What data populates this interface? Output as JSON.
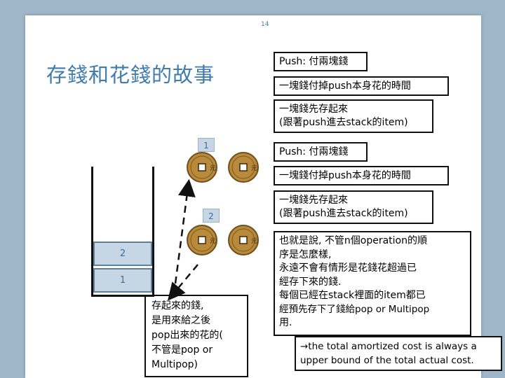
{
  "slide": {
    "page_number": "14",
    "title": "存錢和花錢的故事"
  },
  "boxes": {
    "push1_title": "Push: 付兩塊錢",
    "push1_line1": "一塊錢付掉push本身花的時間",
    "push1_line2a": "一塊錢先存起來",
    "push1_line2b": "(跟著push進去stack的item)",
    "push2_title": "Push: 付兩塊錢",
    "push2_line1": "一塊錢付掉push本身花的時間",
    "push2_line2a": "一塊錢先存起來",
    "push2_line2b": "(跟著push進去stack的item)",
    "explain_lines": [
      "也就是說, 不管n個operation的順",
      "序是怎麼樣,",
      "永遠不會有情形是花錢花超過已",
      "經存下來的錢.",
      "每個已經在stack裡面的item都已",
      "經預先存下了錢給pop or Multipop",
      "用."
    ],
    "conclusion_line1": "→the total amortized cost is always a",
    "conclusion_line2": "upper bound of the total actual cost.",
    "saved_money_lines": [
      "存起來的錢,",
      "是用來給之後",
      "pop出來的花的(",
      "不管是pop or",
      "Multipop)"
    ]
  },
  "stack": {
    "items": [
      "2",
      "1"
    ]
  },
  "coin_labels": [
    "1",
    "2"
  ],
  "coin_glyph": "元",
  "colors": {
    "accent": "#3e7cae",
    "stack_fill": "#c6d6e4",
    "coin_gold": "#b98a3c"
  }
}
